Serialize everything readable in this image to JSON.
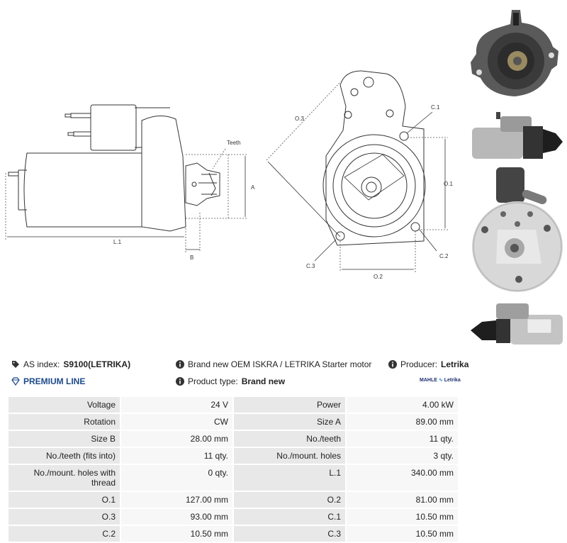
{
  "drawings": {
    "side": {
      "teeth_label": "Teeth",
      "a_label": "A",
      "b_label": "B",
      "l1_label": "L.1"
    },
    "front": {
      "o3_label": "O.3",
      "c1_label": "C.1",
      "o1_label": "O.1",
      "c2_label": "C.2",
      "c3_label": "C.3",
      "o2_label": "O.2"
    }
  },
  "photos": [
    {
      "name": "front-face-photo"
    },
    {
      "name": "side-view-photo"
    },
    {
      "name": "flange-photo"
    },
    {
      "name": "angled-view-photo"
    }
  ],
  "info": {
    "as_index_label": "AS index:",
    "as_index_value": "S9100(LETRIKA)",
    "description": "Brand new OEM ISKRA / LETRIKA Starter motor",
    "producer_label": "Producer:",
    "producer_value": "Letrika",
    "premium_line": "PREMIUM LINE",
    "product_type_label": "Product type:",
    "product_type_value": "Brand new",
    "logo_mahle": "MAHLE",
    "logo_letrika": "Letrika"
  },
  "specs": [
    [
      {
        "k": "Voltage",
        "v": "24 V"
      },
      {
        "k": "Power",
        "v": "4.00 kW"
      }
    ],
    [
      {
        "k": "Rotation",
        "v": "CW"
      },
      {
        "k": "Size A",
        "v": "89.00 mm"
      }
    ],
    [
      {
        "k": "Size B",
        "v": "28.00 mm"
      },
      {
        "k": "No./teeth",
        "v": "11 qty."
      }
    ],
    [
      {
        "k": "No./teeth (fits into)",
        "v": "11 qty."
      },
      {
        "k": "No./mount. holes",
        "v": "3 qty."
      }
    ],
    [
      {
        "k": "No./mount. holes with thread",
        "v": "0 qty."
      },
      {
        "k": "L.1",
        "v": "340.00 mm"
      }
    ],
    [
      {
        "k": "O.1",
        "v": "127.00 mm"
      },
      {
        "k": "O.2",
        "v": "81.00 mm"
      }
    ],
    [
      {
        "k": "O.3",
        "v": "93.00 mm"
      },
      {
        "k": "C.1",
        "v": "10.50 mm"
      }
    ],
    [
      {
        "k": "C.2",
        "v": "10.50 mm"
      },
      {
        "k": "C.3",
        "v": "10.50 mm"
      }
    ]
  ]
}
